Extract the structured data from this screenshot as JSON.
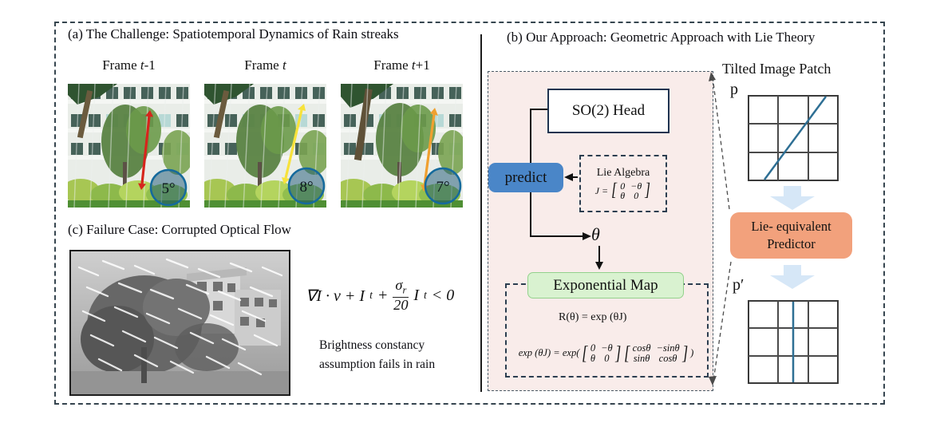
{
  "colors": {
    "streak_blue": "#2e6f94",
    "accent_blue": "#4a86c8",
    "green_fill": "#d9f2d0",
    "orange_fill": "#f2a17c",
    "soft_arrow": "#d6e7f7",
    "circle_stroke": "#156a9c"
  },
  "panel_a": {
    "title": "(a) The Challenge: Spatiotemporal Dynamics of Rain streaks",
    "frames": [
      {
        "prefix": "Frame ",
        "var": "t",
        "suffix": "-1",
        "angle": "5°",
        "arrow_color": "#d6251c"
      },
      {
        "prefix": "Frame ",
        "var": "t",
        "suffix": "",
        "angle": "8°",
        "arrow_color": "#f7e23b"
      },
      {
        "prefix": "Frame ",
        "var": "t",
        "suffix": "+1",
        "angle": "7°",
        "arrow_color": "#f0a030"
      }
    ]
  },
  "panel_c": {
    "title": "(c) Failure Case: Corrupted Optical Flow",
    "formula": {
      "p1": "∇I · v + I",
      "s1": "t",
      "p2": "+",
      "num": "σ",
      "num_sub": "r",
      "den": "20",
      "p3": "I",
      "s2": "t",
      "p4": "< 0"
    },
    "caption1": "Brightness constancy",
    "caption2": "assumption fails in rain"
  },
  "panel_b": {
    "title": "(b) Our Approach: Geometric Approach with Lie Theory",
    "so2_label": "SO(2) Head",
    "predict_label": "predict",
    "lie_algebra": {
      "title": "Lie Algebra",
      "lhs": "J =",
      "m": [
        "0",
        "−θ",
        "θ",
        "0"
      ]
    },
    "theta": "θ",
    "exp_map_label": "Exponential Map",
    "r_formula": "R(θ) = exp (θJ)",
    "exp_formula": {
      "lhs": "exp (θJ) = exp(",
      "m1": [
        "0",
        "−θ",
        "θ",
        "0"
      ],
      "m2": [
        "cosθ",
        "−sinθ",
        "sinθ",
        "cosθ"
      ],
      "rhs": ")"
    }
  },
  "right_panel": {
    "title": "Tilted Image Patch",
    "p_label": "p",
    "p_prime_label": "p′",
    "predictor_line1": "Lie- equivalent",
    "predictor_line2": "Predictor"
  }
}
